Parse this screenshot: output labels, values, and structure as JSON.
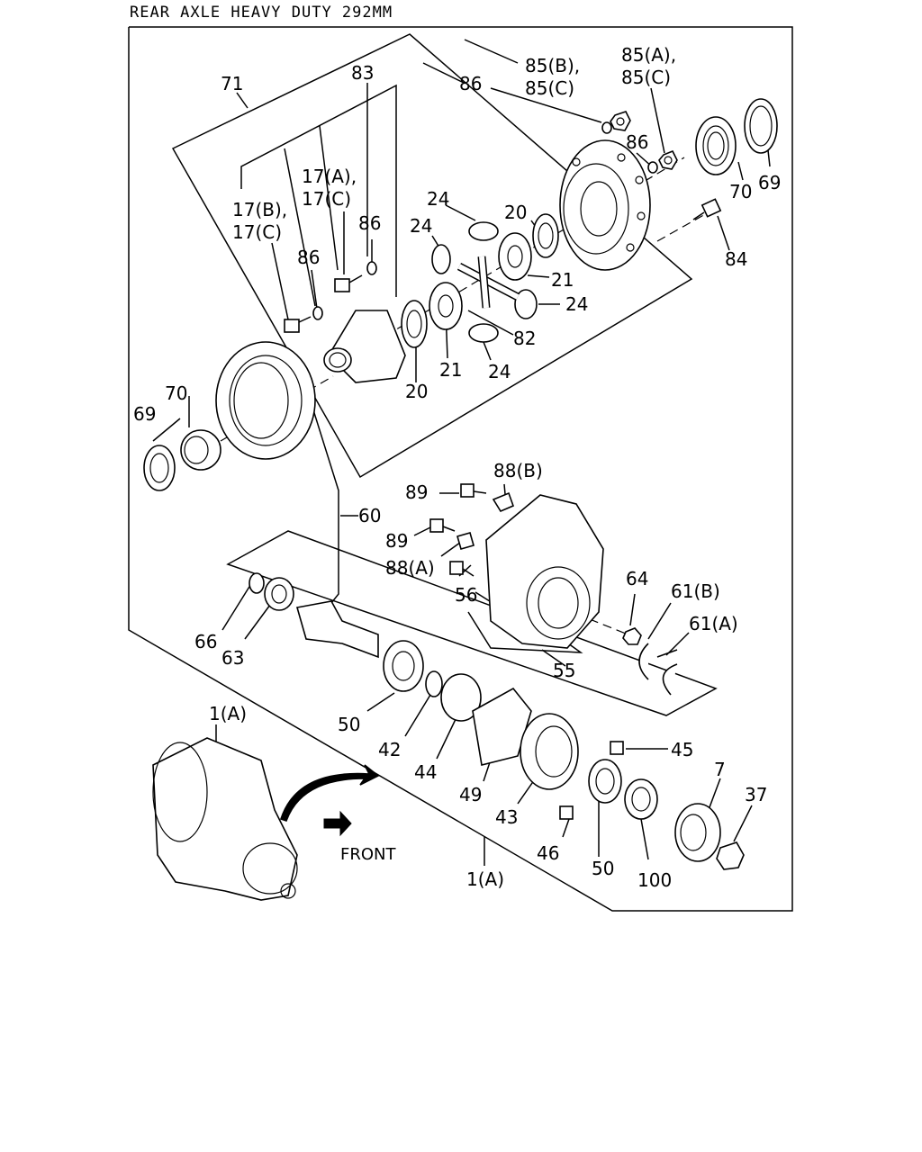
{
  "title": "REAR AXLE HEAVY DUTY 292MM",
  "labels": {
    "l71": "71",
    "l83": "83",
    "l85b": "85(B),",
    "l85c_a": "85(C)",
    "l85a": "85(A),",
    "l85c_b": "85(C)",
    "l86a": "86",
    "l86b": "86",
    "l86c": "86",
    "l86d": "86",
    "l17a": "17(A),",
    "l17c_a": "17(C)",
    "l17b": "17(B),",
    "l17c_b": "17(C)",
    "l24a": "24",
    "l24b": "24",
    "l24c": "24",
    "l24d": "24",
    "l20a": "20",
    "l20b": "20",
    "l21a": "21",
    "l21b": "21",
    "l82": "82",
    "l70a": "70",
    "l69a": "69",
    "l84": "84",
    "l70b": "70",
    "l69b": "69",
    "l60": "60",
    "l89a": "89",
    "l88b": "88(B)",
    "l89b": "89",
    "l88a": "88(A)",
    "l56": "56",
    "l64": "64",
    "l61b": "61(B)",
    "l61a": "61(A)",
    "l55": "55",
    "l66": "66",
    "l63": "63",
    "l50a": "50",
    "l42": "42",
    "l44": "44",
    "l49": "49",
    "l43": "43",
    "l45": "45",
    "l46": "46",
    "l50b": "50",
    "l100": "100",
    "l7": "7",
    "l37": "37",
    "l1a_top": "1(A)",
    "l1a_bot": "1(A)",
    "front": "FRONT"
  }
}
